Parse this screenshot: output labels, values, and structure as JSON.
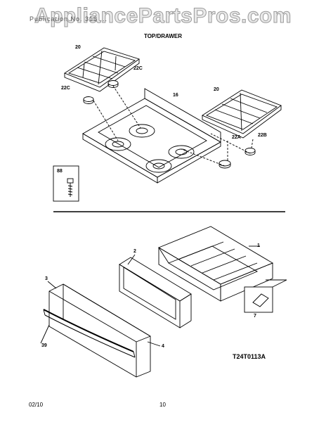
{
  "watermark": "AppliancePartsPros.com",
  "header_text": "Publication No. 316 ...",
  "section_title": "TOP/DRAWER",
  "callouts": {
    "grate_left": "20",
    "grate_right": "20",
    "cap_22c_upper": "22C",
    "cap_22c_lower": "22C",
    "cooktop": "16",
    "cap_22a": "22A",
    "cap_22b": "22B",
    "screw": "88",
    "drawer_body": "1",
    "drawer_panel": "2",
    "drawer_front": "3",
    "handle": "39",
    "trim": "4",
    "glide": "7"
  },
  "drawing_id": "T24T0113A",
  "footer": {
    "date": "02/10",
    "page": "10"
  }
}
